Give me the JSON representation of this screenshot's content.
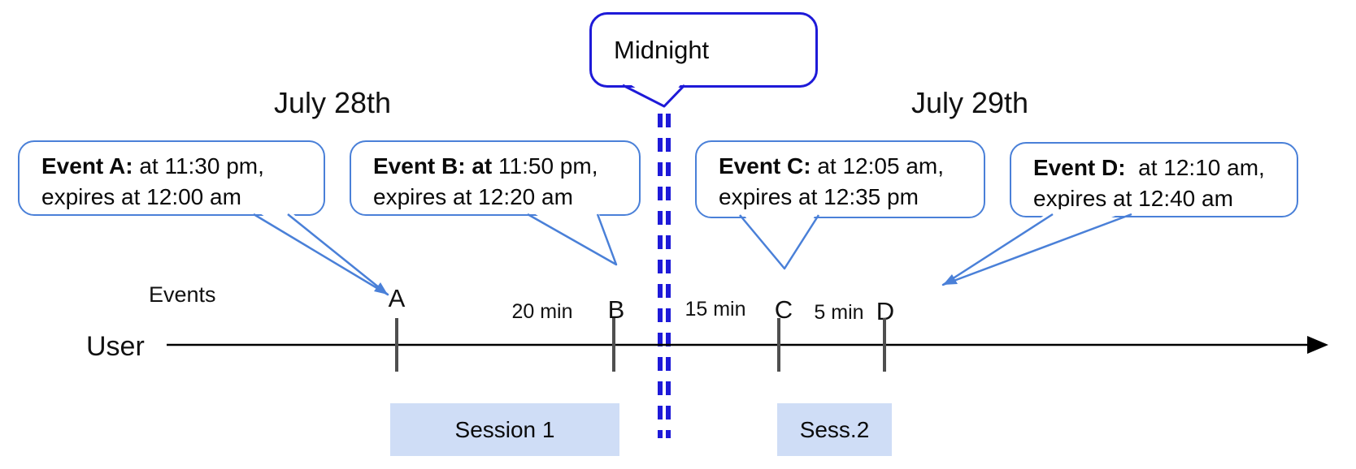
{
  "headers": {
    "left_date": "July 28th",
    "right_date": "July 29th"
  },
  "midnight": {
    "label": "Midnight"
  },
  "events": [
    {
      "tick_label": "A",
      "bold": "Event A:",
      "line1_rest": " at 11:30 pm,",
      "line2": "expires at 12:00 am"
    },
    {
      "tick_label": "B",
      "bold": "Event B: at",
      "line1_rest": " 11:50 pm,",
      "line2": "expires at 12:20 am"
    },
    {
      "tick_label": "C",
      "bold": "Event C:",
      "line1_rest": " at 12:05 am,",
      "line2": "expires at 12:35 pm"
    },
    {
      "tick_label": "D",
      "bold": "Event D:",
      "line1_rest": "  at 12:10 am,",
      "line2": "expires at 12:40 am"
    }
  ],
  "axis": {
    "events_label": "Events",
    "user_label": "User"
  },
  "intervals": [
    {
      "label": "20 min"
    },
    {
      "label": "15 min"
    },
    {
      "label": "5 min"
    }
  ],
  "sessions": [
    {
      "label": "Session 1"
    },
    {
      "label": "Sess.2"
    }
  ],
  "colors": {
    "callout_border": "#4a80d8",
    "midnight_border": "#1e1ad8",
    "dashed_line": "#1e1ad8",
    "session_fill": "#cfddf6",
    "tick": "#4f4f4f",
    "timeline": "#000000"
  }
}
